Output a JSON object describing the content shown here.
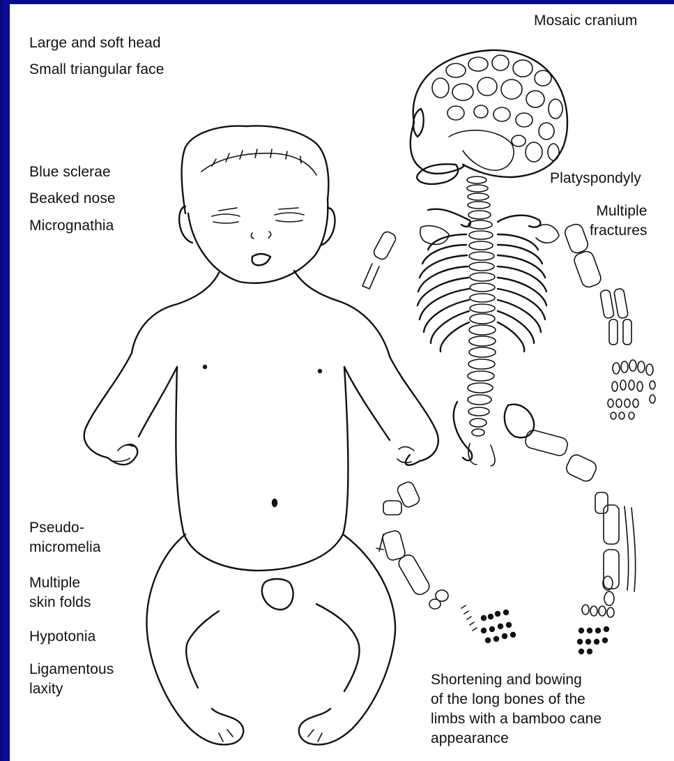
{
  "labels": {
    "mosaic_cranium": "Mosaic cranium",
    "large_soft_head": "Large and soft head",
    "small_triangular_face": "Small triangular face",
    "blue_sclerae": "Blue sclerae",
    "beaked_nose": "Beaked nose",
    "micrognathia": "Micrognathia",
    "platyspondyly": "Platyspondyly",
    "multiple_fractures": "Multiple\nfractures",
    "pseudo_micromelia": "Pseudo-\nmicromelia",
    "multiple_skin_folds": "Multiple\nskin folds",
    "hypotonia": "Hypotonia",
    "ligamentous_laxity": "Ligamentous\nlaxity",
    "shortening_bowing": "Shortening and bowing\nof the long bones of the\nlimbs with a bamboo cane\nappearance"
  },
  "colors": {
    "background": "#0a0a8c",
    "panel": "#ffffff",
    "ink": "#111111"
  }
}
